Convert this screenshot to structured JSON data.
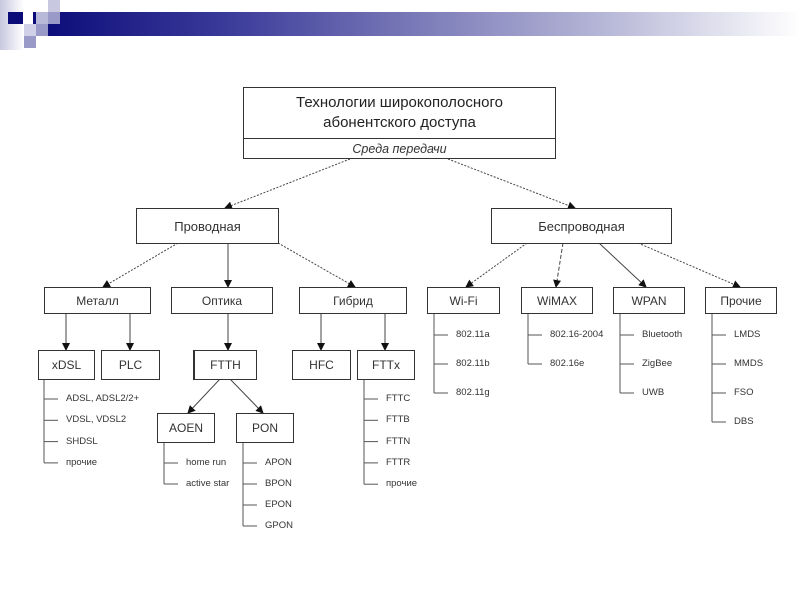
{
  "slide": {
    "accent_color": "#0a0a78"
  },
  "root": {
    "title_line1": "Технологии широкополосного",
    "title_line2": "абонентского доступа",
    "subtitle": "Среда передачи"
  },
  "level1": [
    {
      "label": "Проводная"
    },
    {
      "label": "Беспроводная"
    }
  ],
  "level2": [
    {
      "label": "Металл"
    },
    {
      "label": "Оптика"
    },
    {
      "label": "Гибрид"
    },
    {
      "label": "Wi-Fi",
      "leaves": [
        "802.11a",
        "802.11b",
        "802.11g"
      ]
    },
    {
      "label": "WiMAX",
      "leaves": [
        "802.16-2004",
        "802.16e"
      ]
    },
    {
      "label": "WPAN",
      "leaves": [
        "Bluetooth",
        "ZigBee",
        "UWB"
      ]
    },
    {
      "label": "Прочие",
      "leaves": [
        "LMDS",
        "MMDS",
        "FSO",
        "DBS"
      ]
    }
  ],
  "level3": [
    {
      "label": "xDSL",
      "leaves": [
        "ADSL, ADSL2/2+",
        "VDSL, VDSL2",
        "SHDSL",
        "прочие"
      ]
    },
    {
      "label": "PLC"
    },
    {
      "label": "FTTH"
    },
    {
      "label": "HFC"
    },
    {
      "label": "FTTx",
      "leaves": [
        "FTTC",
        "FTTB",
        "FTTN",
        "FTTR",
        "прочие"
      ]
    }
  ],
  "level4": [
    {
      "label": "AOEN",
      "leaves": [
        "home run",
        "active star"
      ]
    },
    {
      "label": "PON",
      "leaves": [
        "APON",
        "BPON",
        "EPON",
        "GPON"
      ]
    }
  ]
}
